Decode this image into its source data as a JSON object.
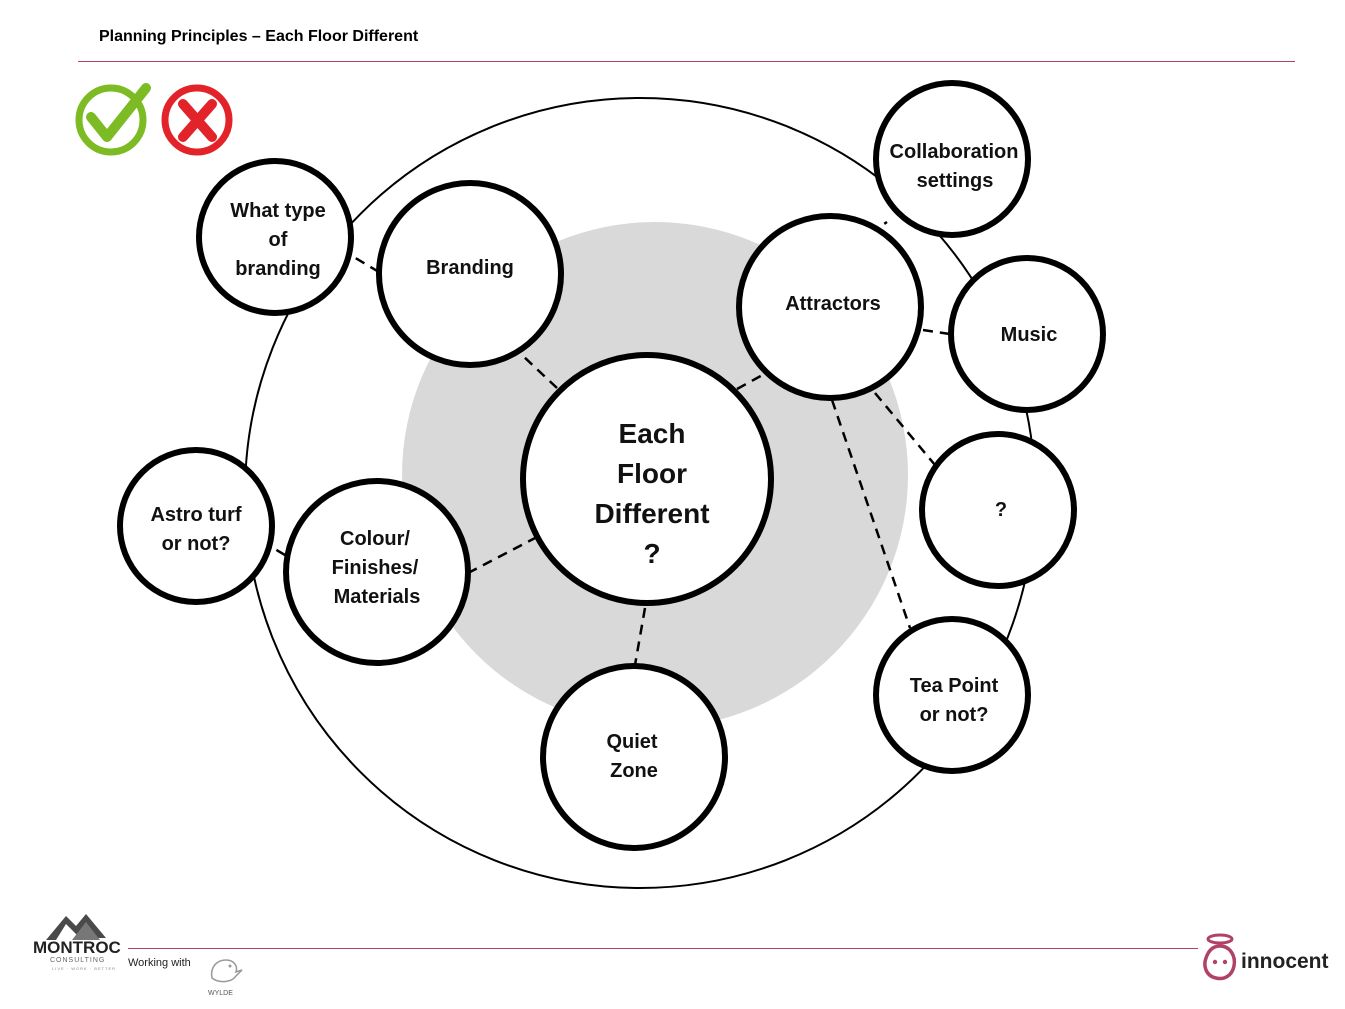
{
  "header": {
    "title": "Planning Principles – Each Floor Different"
  },
  "legend_icons": [
    {
      "name": "check-icon",
      "color": "#7cbb24"
    },
    {
      "name": "cross-icon",
      "color": "#e2242a"
    }
  ],
  "diagram": {
    "center": {
      "lines": [
        "Each",
        "Floor",
        "Different",
        "?"
      ]
    },
    "nodes": [
      {
        "id": "branding",
        "lines": [
          "Branding"
        ]
      },
      {
        "id": "what-type-of-branding",
        "lines": [
          "What type",
          "of",
          "branding"
        ]
      },
      {
        "id": "attractors",
        "lines": [
          "Attractors"
        ]
      },
      {
        "id": "collaboration-settings",
        "lines": [
          "Collaboration",
          "settings"
        ]
      },
      {
        "id": "music",
        "lines": [
          "Music"
        ]
      },
      {
        "id": "question",
        "lines": [
          "?"
        ]
      },
      {
        "id": "tea-point",
        "lines": [
          "Tea Point",
          "or not?"
        ]
      },
      {
        "id": "quiet-zone",
        "lines": [
          "Quiet",
          "Zone"
        ]
      },
      {
        "id": "colour-finishes",
        "lines": [
          "Colour/",
          "Finishes/",
          "Materials"
        ]
      },
      {
        "id": "astro-turf",
        "lines": [
          "Astro turf",
          "or not?"
        ]
      }
    ],
    "colors": {
      "inner_disc": "#d9d9d9",
      "stroke": "#000000"
    }
  },
  "footer": {
    "montroc": {
      "name": "MONTROC",
      "sub": "CONSULTING",
      "tagline": "LIVE · WORK · BETTER"
    },
    "working_with": "Working with",
    "wylde": "WYLDE",
    "innocent": "innocent",
    "accent_color": "#b0426a"
  }
}
